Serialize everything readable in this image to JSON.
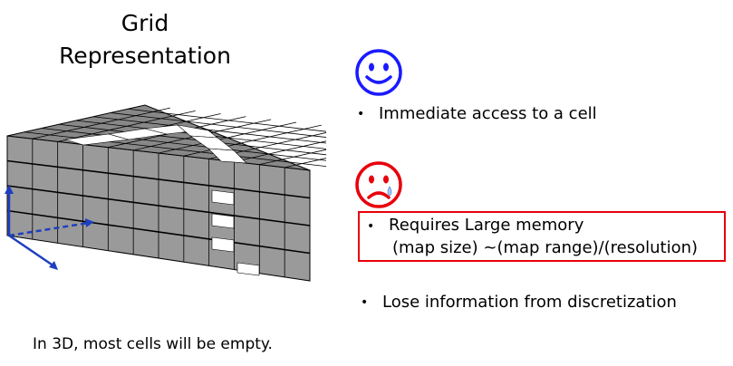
{
  "title": {
    "line1": "Grid",
    "line2": "Representation"
  },
  "caption": "In 3D, most cells will be empty.",
  "faces": {
    "happy_color": "#1a1aff",
    "sad_color": "#e8000b",
    "tear_color": "#a6c8ff",
    "happy_icon": "smiley-face-icon",
    "sad_icon": "sad-face-icon"
  },
  "pros": [
    "Immediate access to a cell"
  ],
  "cons": {
    "box_color": "#e8000b",
    "highlighted": {
      "line1": "Requires Large memory",
      "line2": "(map size) ~(map range)/(resolution)"
    },
    "other": "Lose information from discretization"
  },
  "grid": {
    "cell_color": "#7f7f7f",
    "empty_color": "#ffffff",
    "axis_color": "#1f3fbf",
    "layers": 4
  },
  "bullet_symbol": "•"
}
